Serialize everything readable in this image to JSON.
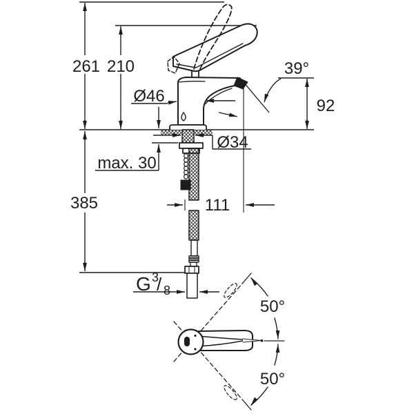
{
  "drawing": {
    "type": "technical-dimension-drawing",
    "subject": "single-lever basin mixer with long medical lever, side view, under-counter supply hose and plan view of lever swivel range",
    "line_color": "#1d1d1b",
    "background_color": "#ffffff",
    "dims": {
      "overall_height": "261",
      "lever_height": "210",
      "body_diameter": "Ø46",
      "aerator_angle": "39°",
      "outlet_height": "92",
      "shank_diameter": "Ø34",
      "max_deck_thickness": "max. 30",
      "below_deck_length": "385",
      "spout_reach": "111",
      "swivel_angle_upper": "50°",
      "swivel_angle_lower": "50°",
      "thread": {
        "prefix": "G",
        "numerator": "3",
        "slash": "/",
        "denominator": "8"
      }
    }
  }
}
